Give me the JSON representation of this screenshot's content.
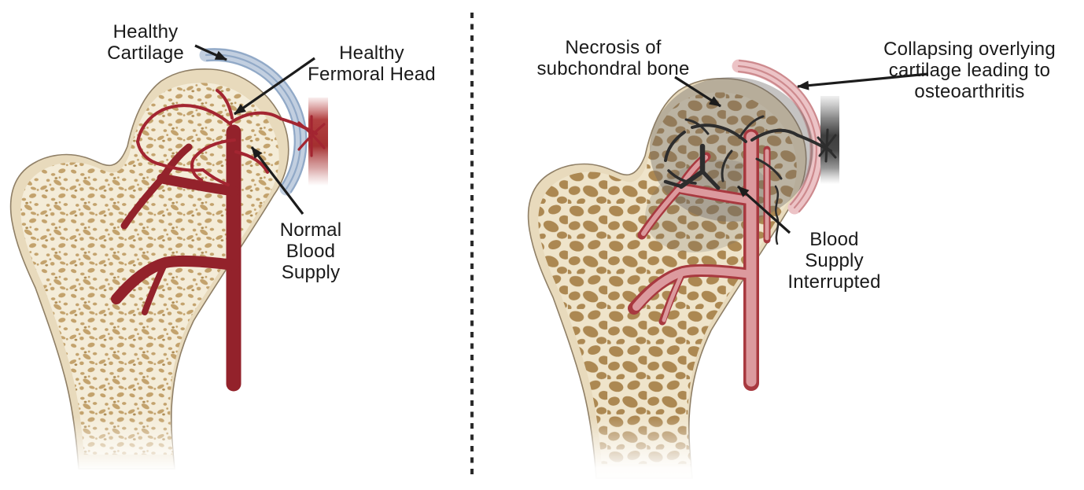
{
  "diagram": {
    "title_implied": "Femoral head: normal blood supply vs avascular necrosis",
    "panels": {
      "left": {
        "name": "healthy-femur",
        "labels": {
          "cartilage": "Healthy\nCartilage",
          "femoral_head": "Healthy\nFermoral Head",
          "blood_supply": "Normal\nBlood\nSupply"
        }
      },
      "right": {
        "name": "necrotic-femur",
        "labels": {
          "necrosis": "Necrosis of\nsubchondral bone",
          "cartilage_collapse": "Collapsing overlying\ncartilage leading to\nosteoarthritis",
          "blood_supply": "Blood\nSupply\nInterrupted"
        }
      }
    },
    "arrows": [
      "healthy-cartilage-arrow",
      "healthy-femoral-head-arrow",
      "normal-blood-supply-arrow",
      "necrosis-arrow",
      "cartilage-collapse-arrow",
      "blood-supply-interrupted-arrow"
    ],
    "colors": {
      "background": "#ffffff",
      "bone_cortex": "#e8dabc",
      "bone_inner": "#f4ecd8",
      "bone_outline": "#8f7f66",
      "trabeculae_left": "#c3a26c",
      "trabeculae_right": "#ac8852",
      "artery_dark_red": "#93222b",
      "artery_fine_red": "#a32531",
      "artery_pink_fill": "#dc9a9e",
      "artery_pink_edge": "#a8393f",
      "vessel_necrotic_black": "#2d2d2d",
      "cartilage_blue": "#c2cfe0",
      "cartilage_blue_stripe": "#91a9c7",
      "cartilage_pink": "#ecc3c6",
      "cartilage_pink_stripe": "#cd8a8e",
      "necrosis_gray": "#6f6a66",
      "label_text": "#1a1a1a",
      "divider": "#2b2b2b"
    }
  }
}
